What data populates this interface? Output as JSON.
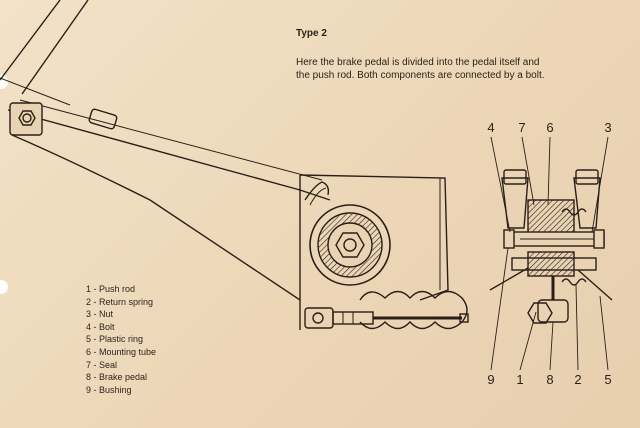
{
  "heading": "Type 2",
  "description": "Here the brake pedal is divided into the pedal itself and the push rod. Both components are connected by a bolt.",
  "legend": [
    "1 - Push rod",
    "2 - Return spring",
    "3 - Nut",
    "4 - Bolt",
    "5 - Plastic ring",
    "6 - Mounting tube",
    "7 - Seal",
    "8 - Brake pedal",
    "9 - Bushing"
  ],
  "callouts": {
    "top": [
      "4",
      "7",
      "6",
      "3"
    ],
    "bottom": [
      "9",
      "1",
      "8",
      "2",
      "5"
    ]
  },
  "colors": {
    "paper": "#efdcc0",
    "ink": "#2a1f18"
  }
}
